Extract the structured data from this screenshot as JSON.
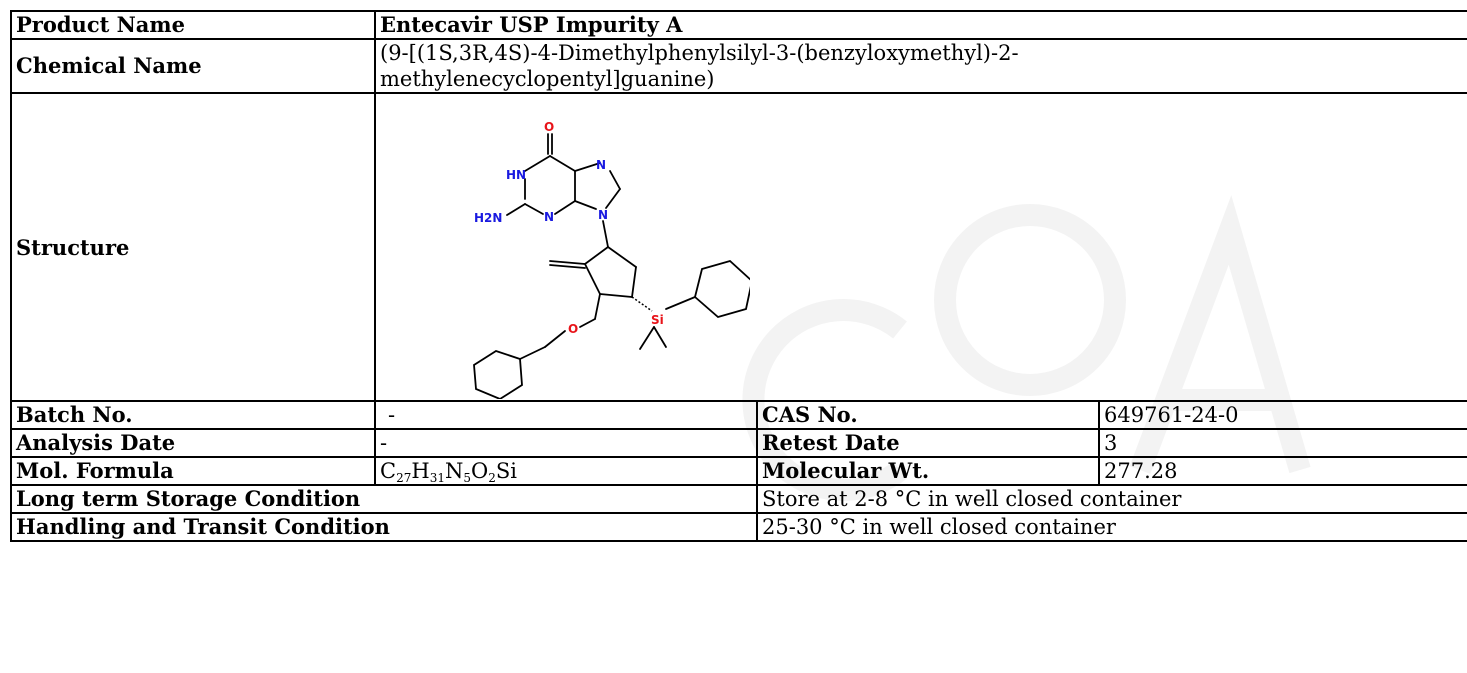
{
  "product_name": {
    "label": "Product Name",
    "value": "Entecavir USP Impurity A"
  },
  "chemical_name": {
    "label": "Chemical Name",
    "line1": "(9-[(1S,3R,4S)-4-Dimethylphenylsilyl-3-(benzyloxymethyl)-2-",
    "line2": "methylenecyclopentyl]guanine)"
  },
  "structure": {
    "label": "Structure",
    "atoms": {
      "o_carbonyl": "O",
      "nh": "HN",
      "n7": "N",
      "n9": "N",
      "n3": "N",
      "nh2": "H2N",
      "o_ether": "O",
      "si": "Si"
    }
  },
  "batch": {
    "label": "Batch No.",
    "value": "-"
  },
  "cas": {
    "label": "CAS No.",
    "value": "649761-24-0"
  },
  "analysis_date": {
    "label": "Analysis Date",
    "value": "-"
  },
  "retest_date": {
    "label": "Retest Date",
    "value": "3"
  },
  "mol_formula": {
    "label": "Mol. Formula",
    "parts": [
      {
        "el": "C",
        "n": "27"
      },
      {
        "el": "H",
        "n": "31"
      },
      {
        "el": "N",
        "n": "5"
      },
      {
        "el": "O",
        "n": "2"
      },
      {
        "el": "Si",
        "n": ""
      }
    ]
  },
  "mol_wt": {
    "label": "Molecular Wt.",
    "value": "277.28"
  },
  "storage": {
    "label": "Long term Storage Condition",
    "value": "Store at 2-8 °C in well closed container"
  },
  "handling": {
    "label": "Handling and Transit Condition",
    "value": "25-30 °C in well closed container"
  },
  "colors": {
    "oxygen": "#e8141a",
    "nitrogen": "#1a1ae0",
    "silicon": "#e8141a"
  }
}
